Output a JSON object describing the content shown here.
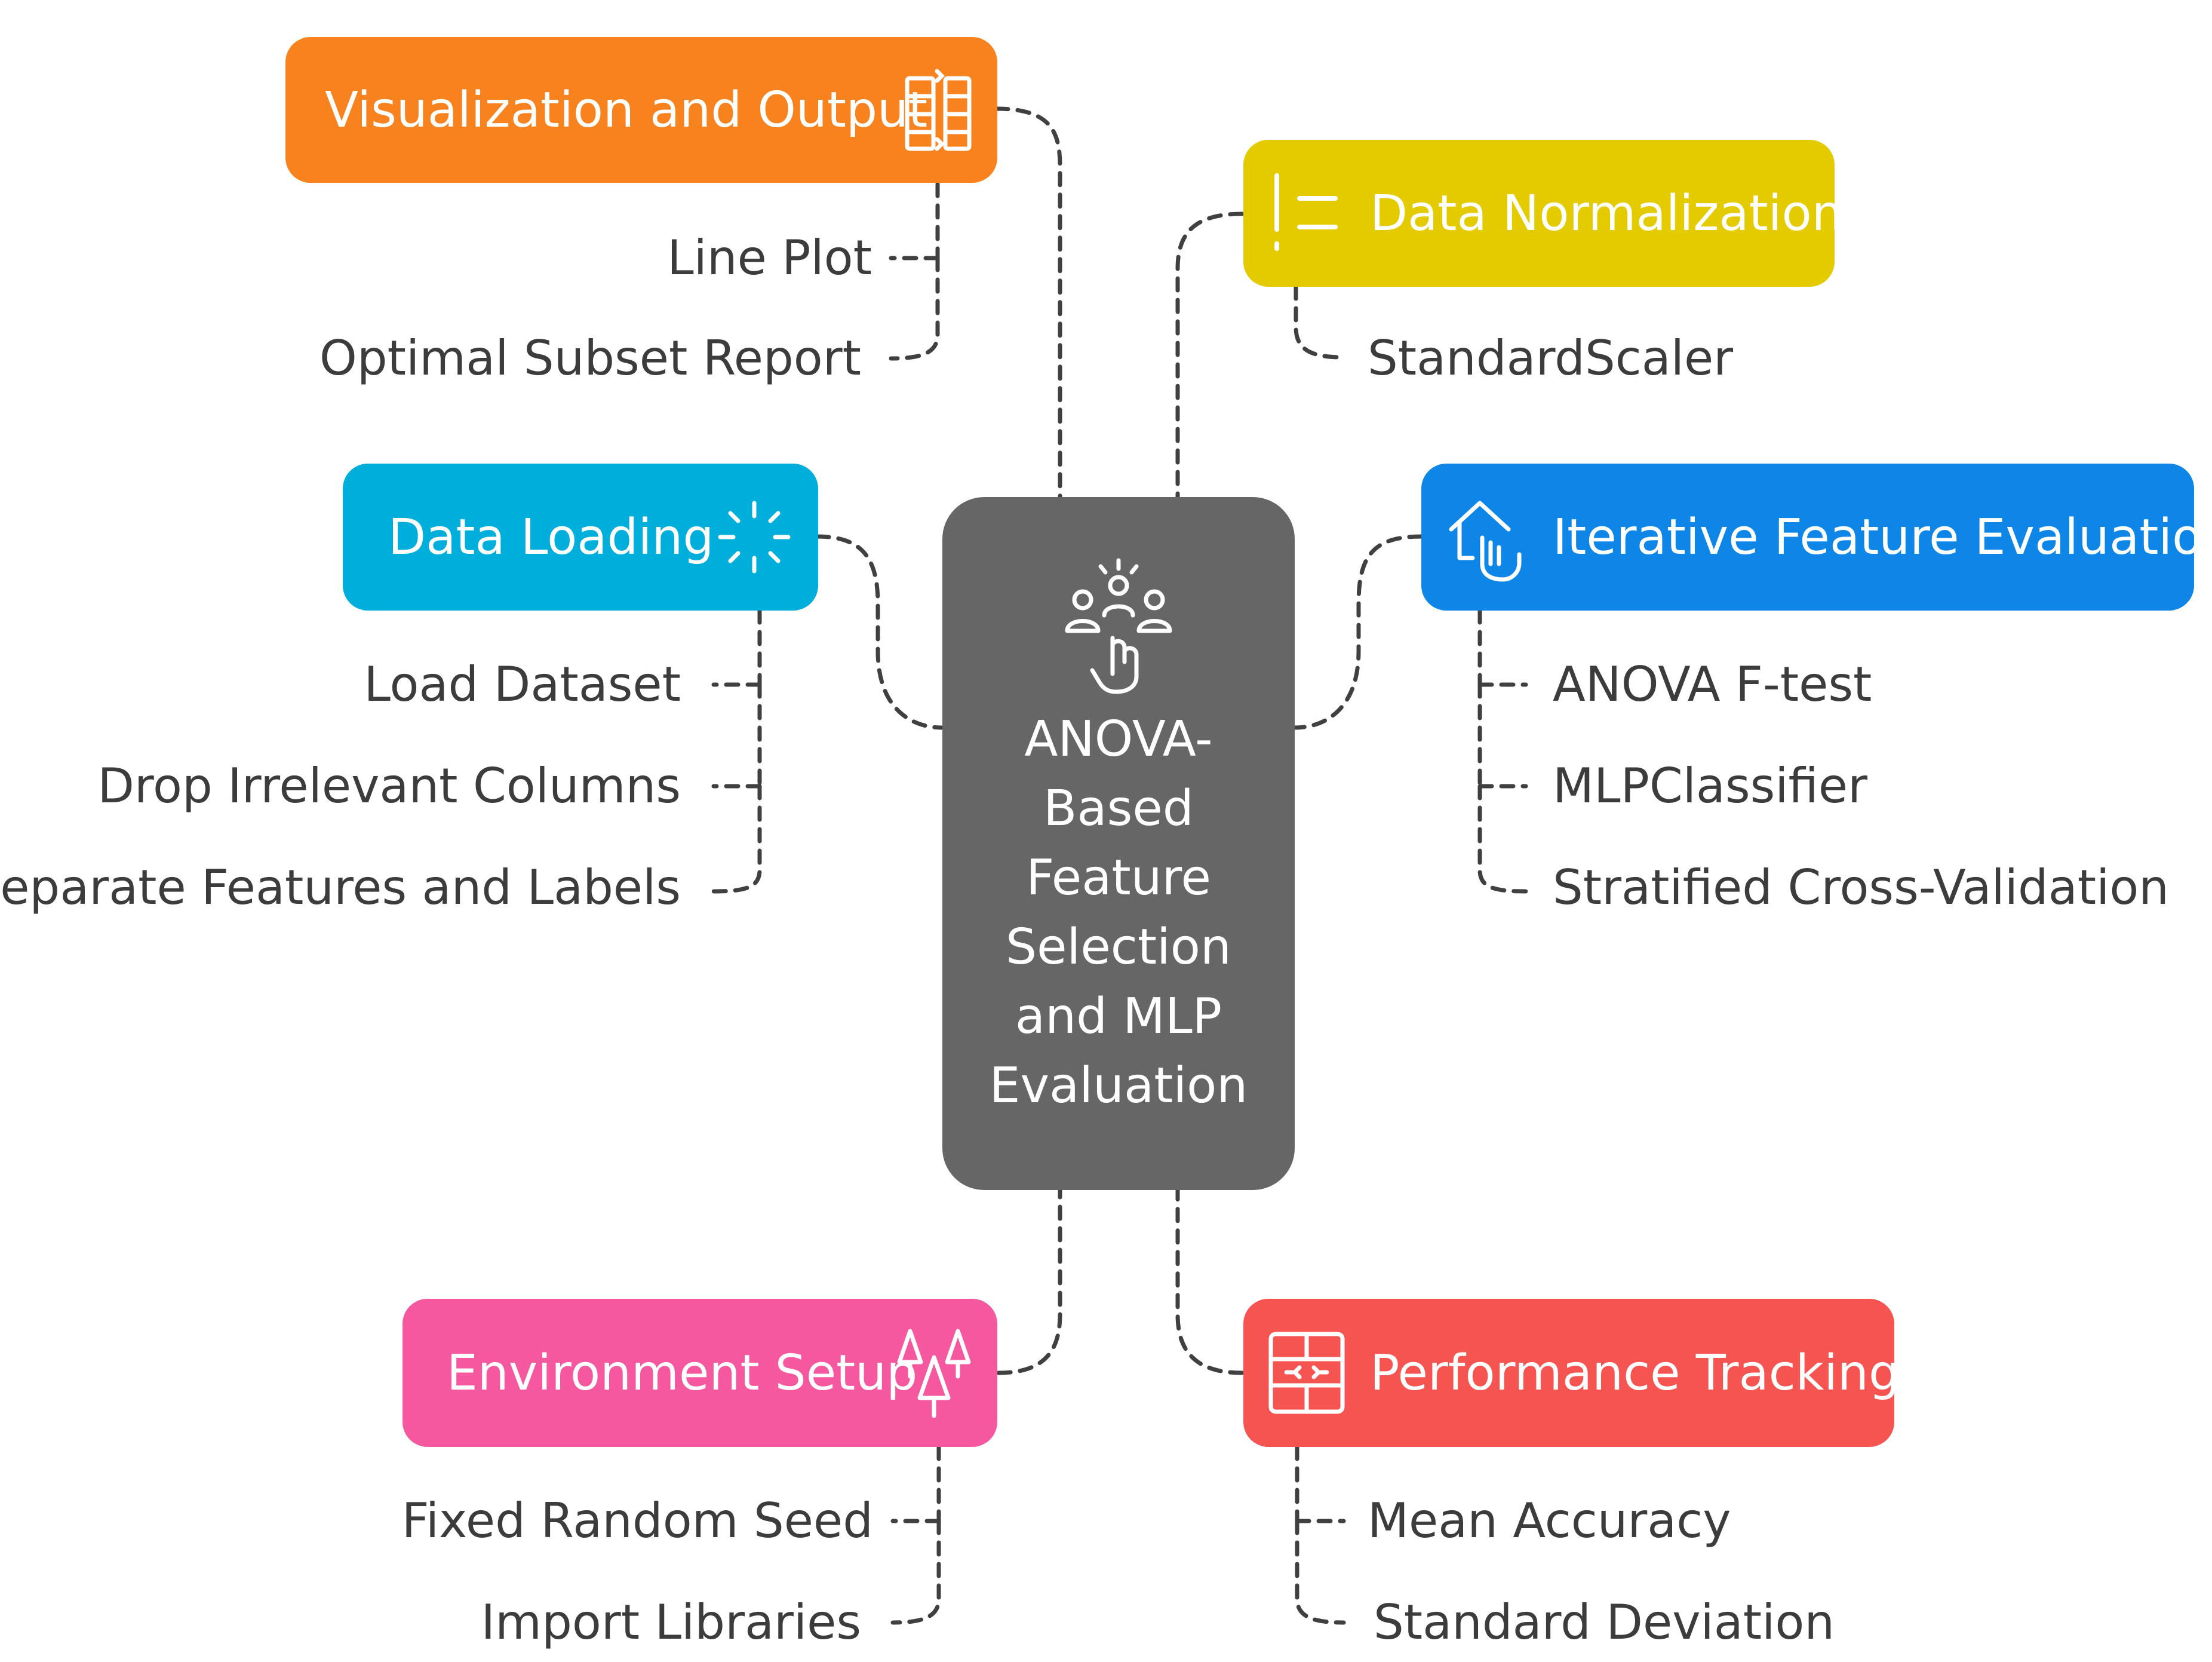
{
  "center": {
    "title_lines": [
      "ANOVA-",
      "Based",
      "Feature",
      "Selection",
      "and MLP",
      "Evaluation"
    ],
    "color": "#666666",
    "icon": "team-pointer-icon"
  },
  "branches": {
    "visualization": {
      "label": "Visualization and Output",
      "color": "#F7821E",
      "icon": "table-columns-icon",
      "items": [
        "Line Plot",
        "Optimal Subset Report"
      ]
    },
    "normalization": {
      "label": "Data Normalization",
      "color": "#E3CB00",
      "icon": "list-lines-icon",
      "items": [
        "StandardScaler"
      ]
    },
    "loading": {
      "label": "Data Loading",
      "color": "#00AEDB",
      "icon": "loading-spinner-icon",
      "items": [
        "Load Dataset",
        "Drop Irrelevant Columns",
        "Separate Features and Labels"
      ]
    },
    "iterative": {
      "label": "Iterative Feature Evaluation",
      "color": "#0E86E8",
      "icon": "house-hand-icon",
      "items": [
        "ANOVA F-test",
        "MLPClassifier",
        "Stratified Cross-Validation"
      ]
    },
    "environment": {
      "label": "Environment Setup",
      "color": "#F6589F",
      "icon": "trees-icon",
      "items": [
        "Fixed Random Seed",
        "Import Libraries"
      ]
    },
    "performance": {
      "label": "Performance Tracking",
      "color": "#F55450",
      "icon": "table-grid-icon",
      "items": [
        "Mean Accuracy",
        "Standard Deviation"
      ]
    }
  }
}
